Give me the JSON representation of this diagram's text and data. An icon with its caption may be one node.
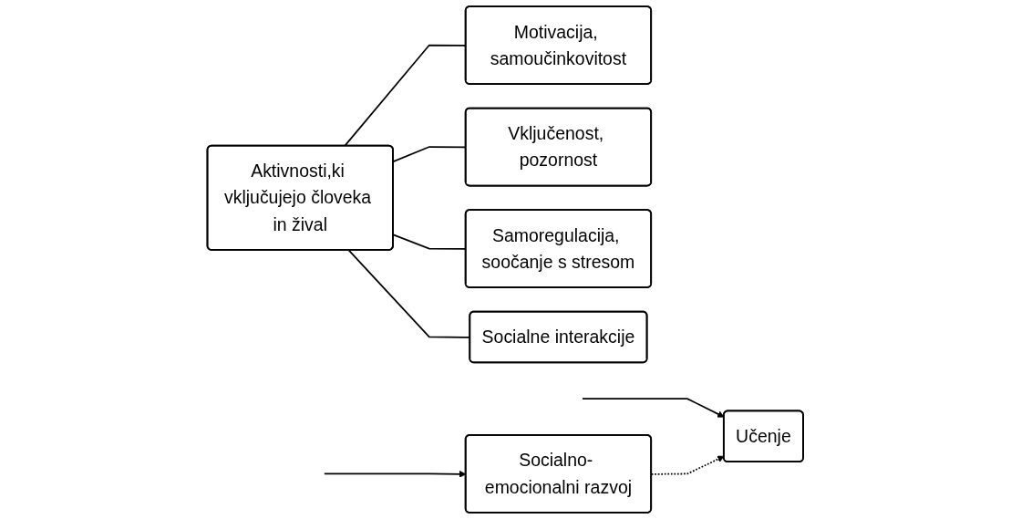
{
  "diagram": {
    "nodes": [
      {
        "text": [
          "Aktivnosti,ki vključujejo človeka in žival"
        ]
      },
      {
        "text": [
          "Motivacija, samoučinkovitost"
        ]
      },
      {
        "text": [
          "Vključenost, pozornost"
        ]
      },
      {
        "text": [
          "Samoregulacija, soočanje s stresom"
        ]
      },
      {
        "text": [
          "Socialne interakcije"
        ]
      },
      {
        "text": [
          "Socialno- emocionalni razvoj"
        ]
      },
      {
        "text": [
          "Učenje"
        ]
      }
    ],
    "edges": [
      {
        "from": 0,
        "to": 1,
        "arrow": "none"
      },
      {
        "from": 0,
        "to": 2,
        "arrow": "none"
      },
      {
        "from": 0,
        "to": 3,
        "arrow": "none"
      },
      {
        "from": 0,
        "to": 4,
        "arrow": "none"
      },
      {
        "from": null,
        "to": 5,
        "arrow": "to"
      },
      {
        "from": null,
        "to": 6,
        "arrow": "to"
      },
      {
        "from": 5,
        "to": 6,
        "arrow": "to",
        "style": "dashed"
      }
    ]
  }
}
